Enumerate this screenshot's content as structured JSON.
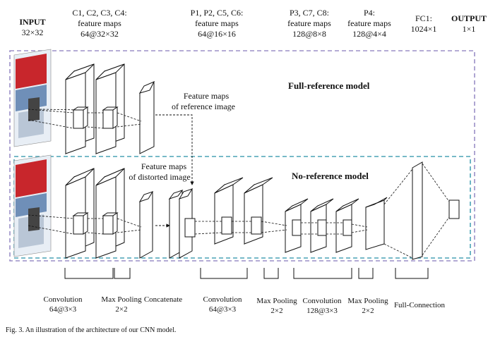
{
  "header": {
    "input_title": "INPUT",
    "input_size": "32×32",
    "c_title": "C1, C2, C3, C4:",
    "c_line2": "feature maps",
    "c_size": "64@32×32",
    "p1_title": "P1, P2, C5, C6:",
    "p1_line2": "feature maps",
    "p1_size": "64@16×16",
    "p3_title": "P3, C7, C8:",
    "p3_line2": "feature maps",
    "p3_size": "128@8×8",
    "p4_title": "P4:",
    "p4_line2": "feature maps",
    "p4_size": "128@4×4",
    "fc_title": "FC1:",
    "fc_size": "1024×1",
    "out_title": "OUTPUT",
    "out_size": "1×1"
  },
  "models": {
    "full_reference": "Full-reference model",
    "no_reference": "No-reference model"
  },
  "annotations": {
    "ref_line1": "Feature maps",
    "ref_line2": "of reference image",
    "dist_line1": "Feature maps",
    "dist_line2": "of distorted image"
  },
  "bottom": {
    "conv1": "Convolution",
    "conv1_size": "64@3×3",
    "pool1": "Max Pooling",
    "pool1_size": "2×2",
    "concat": "Concatenate",
    "conv2": "Convolution",
    "conv2_size": "64@3×3",
    "pool2": "Max Pooling",
    "pool2_size": "2×2",
    "conv3": "Convolution",
    "conv3_size": "128@3×3",
    "pool3": "Max Pooling",
    "pool3_size": "2×2",
    "fullconn": "Full-Connection"
  },
  "colors": {
    "full_ref_border": "#9b8fc7",
    "no_ref_border": "#4aa3b5",
    "image_red": "#c8262c",
    "image_blue": "#6f8fb8"
  },
  "caption": "Fig. 3.   An illustration of the architecture of our CNN model."
}
